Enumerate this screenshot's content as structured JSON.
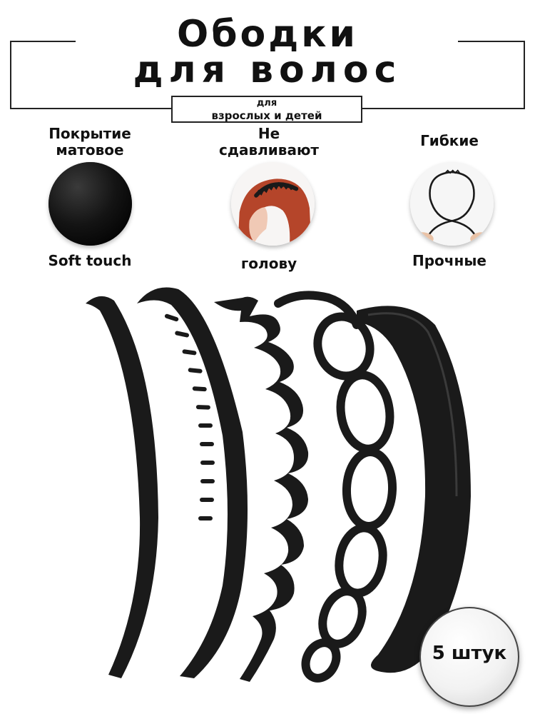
{
  "title": {
    "line1": "Ободки",
    "line2": "для волос"
  },
  "subtitle": {
    "line1": "для",
    "line2": "взрослых и детей"
  },
  "features": [
    {
      "top": "Покрытие\nматовое",
      "bottom": "Soft touch",
      "icon": "matte-black-circle"
    },
    {
      "top": "Не\nсдавливают",
      "bottom": "голову",
      "icon": "hair-with-headband"
    },
    {
      "top": "Гибкие",
      "bottom": "Прочные",
      "icon": "bent-headband-hands"
    }
  ],
  "badge": {
    "label": "5 штук"
  },
  "colors": {
    "text": "#111111",
    "headband": "#1a1a1a",
    "hair": "#b5452a"
  }
}
